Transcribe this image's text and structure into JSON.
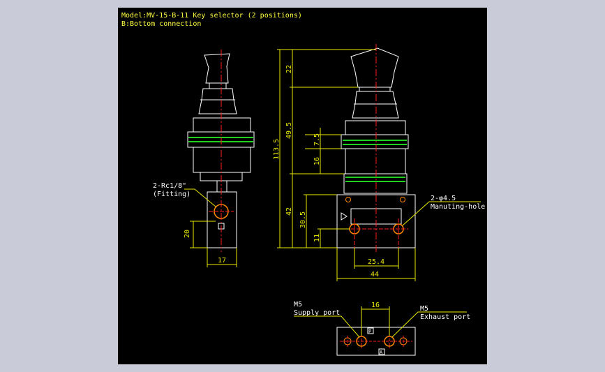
{
  "title_lines": [
    "Model:MV-15-B-11 Key selector (2 positions)",
    "B:Bottom connection"
  ],
  "labels": {
    "port_fitting_1": "2-Rc1/8\"",
    "port_fitting_2": "(Fitting)",
    "mount_hole_1": "2-φ4.5",
    "mount_hole_2": "Manuting-hole",
    "m5_left": "M5",
    "supply_port": "Supply port",
    "m5_right": "M5",
    "exhaust_port": "Exhaust port",
    "port_p": "P",
    "port_a": "A"
  },
  "dims": {
    "d22": "22",
    "d49_5": "49.5",
    "d113_5": "113.5",
    "d7_5": "7.5",
    "d16v": "16",
    "d42": "42",
    "d30_5": "30.5",
    "d11": "11",
    "d20": "20",
    "d17": "17",
    "d25_4": "25.4",
    "d44": "44",
    "d16h": "16"
  },
  "colors": {
    "background": "#000000",
    "outer": "#c9ccd8",
    "dimension": "#e8e800",
    "outline": "#ffffff",
    "centerline": "#ff2020",
    "accent": "#20d020",
    "port_circle": "#ff8800"
  }
}
